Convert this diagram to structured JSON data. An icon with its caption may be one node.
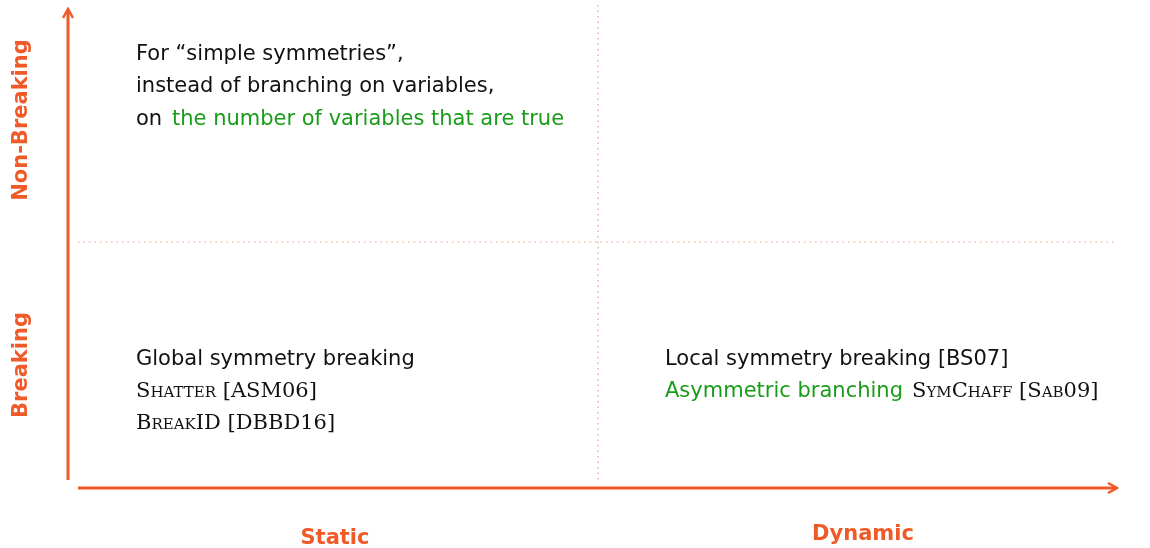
{
  "diagram": {
    "labels": [
      "Non-Breaking",
      "For “simple symmetries”,",
      "instead of branching on variables,",
      "on",
      "the number of variables that are true",
      "Breaking",
      "Global symmetry breaking",
      "Shatter [ASM06]",
      "BreakID [DBBD16]",
      "Local symmetry breaking [BS07]",
      "Asymmetric branching",
      "SymChaff [Sab09]",
      "Static",
      "Dynamic"
    ]
  }
}
